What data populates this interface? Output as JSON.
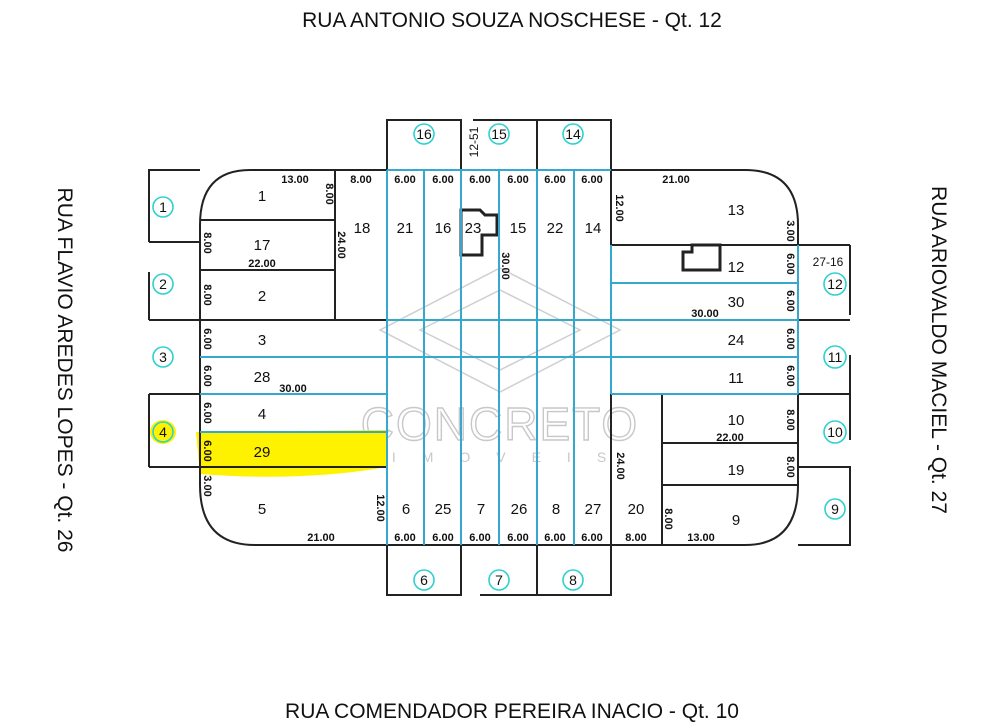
{
  "streets": {
    "top": "RUA ANTONIO SOUZA NOSCHESE - Qt. 12",
    "bottom": "RUA COMENDADOR PEREIRA INACIO - Qt. 10",
    "left": "RUA  FLAVIO AREDES LOPES - Qt.  26",
    "right": "RUA  ARIOVALDO MACIEL - Qt. 27"
  },
  "lots": [
    "1",
    "17",
    "2",
    "18",
    "21",
    "16",
    "23",
    "15",
    "22",
    "14",
    "13",
    "12",
    "30",
    "24",
    "11",
    "3",
    "28",
    "4",
    "29",
    "5",
    "6",
    "25",
    "7",
    "26",
    "8",
    "27",
    "20",
    "10",
    "19",
    "9"
  ],
  "highlighted_lot": "29",
  "highlight_color": "#fff200",
  "dimensions": {
    "top": [
      "13.00",
      "8.00",
      "6.00",
      "6.00",
      "6.00",
      "6.00",
      "6.00",
      "6.00",
      "21.00"
    ],
    "bottom": [
      "21.00",
      "6.00",
      "6.00",
      "6.00",
      "6.00",
      "6.00",
      "6.00",
      "8.00",
      "13.00"
    ],
    "horizontal_inner": [
      "22.00",
      "30.00",
      "30.00",
      "22.00"
    ],
    "vertical": [
      "8.00",
      "24.00",
      "12.00",
      "30.00",
      "3.00",
      "6.00",
      "6.00",
      "6.00",
      "6.00",
      "8.00",
      "8.00",
      "8.00",
      "8.00",
      "6.00",
      "6.00",
      "6.00",
      "6.00",
      "3.00",
      "12.00",
      "24.00",
      "8.00"
    ],
    "references": [
      "27-16",
      "12-51"
    ]
  },
  "neighbor_lots": {
    "top": [
      "16",
      "15",
      "14"
    ],
    "bottom": [
      "6",
      "7",
      "8"
    ],
    "left": [
      "1",
      "2",
      "3",
      "4"
    ],
    "right": [
      "12",
      "11",
      "10",
      "9"
    ]
  },
  "watermark": {
    "brand": "CONCRETO",
    "sub": "IMOVEIS"
  }
}
